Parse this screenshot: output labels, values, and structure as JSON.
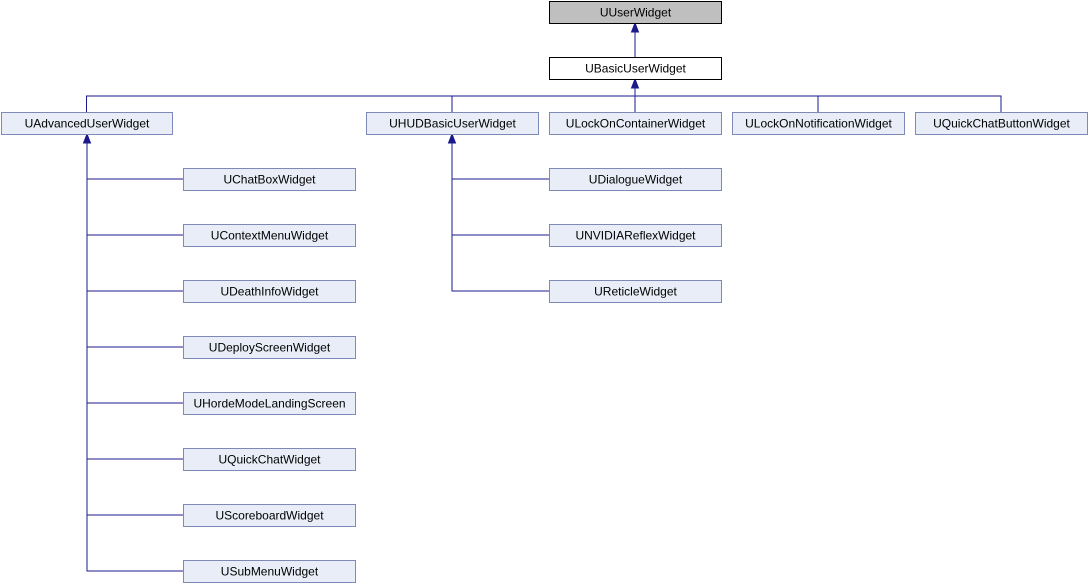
{
  "diagram": {
    "nodes": [
      {
        "id": "root",
        "label": "UUserWidget",
        "kind": "root"
      },
      {
        "id": "basic",
        "label": "UBasicUserWidget",
        "kind": "main"
      },
      {
        "id": "adv",
        "label": "UAdvancedUserWidget",
        "kind": "link"
      },
      {
        "id": "hud",
        "label": "UHUDBasicUserWidget",
        "kind": "link"
      },
      {
        "id": "lockc",
        "label": "ULockOnContainerWidget",
        "kind": "link"
      },
      {
        "id": "lockn",
        "label": "ULockOnNotificationWidget",
        "kind": "link"
      },
      {
        "id": "qcb",
        "label": "UQuickChatButtonWidget",
        "kind": "link"
      },
      {
        "id": "chat",
        "label": "UChatBoxWidget",
        "kind": "link"
      },
      {
        "id": "ctx",
        "label": "UContextMenuWidget",
        "kind": "link"
      },
      {
        "id": "death",
        "label": "UDeathInfoWidget",
        "kind": "link"
      },
      {
        "id": "deploy",
        "label": "UDeployScreenWidget",
        "kind": "link"
      },
      {
        "id": "horde",
        "label": "UHordeModeLandingScreen",
        "kind": "link"
      },
      {
        "id": "qchat",
        "label": "UQuickChatWidget",
        "kind": "link"
      },
      {
        "id": "score",
        "label": "UScoreboardWidget",
        "kind": "link"
      },
      {
        "id": "submenu",
        "label": "USubMenuWidget",
        "kind": "link"
      },
      {
        "id": "dialogue",
        "label": "UDialogueWidget",
        "kind": "link"
      },
      {
        "id": "nvidia",
        "label": "UNVIDIAReflexWidget",
        "kind": "link"
      },
      {
        "id": "reticle",
        "label": "UReticleWidget",
        "kind": "link"
      }
    ],
    "edges": [
      {
        "from": "basic",
        "to": "root"
      },
      {
        "from": "adv",
        "to": "basic"
      },
      {
        "from": "hud",
        "to": "basic"
      },
      {
        "from": "lockc",
        "to": "basic"
      },
      {
        "from": "lockn",
        "to": "basic"
      },
      {
        "from": "qcb",
        "to": "basic"
      },
      {
        "from": "chat",
        "to": "adv"
      },
      {
        "from": "ctx",
        "to": "adv"
      },
      {
        "from": "death",
        "to": "adv"
      },
      {
        "from": "deploy",
        "to": "adv"
      },
      {
        "from": "horde",
        "to": "adv"
      },
      {
        "from": "qchat",
        "to": "adv"
      },
      {
        "from": "score",
        "to": "adv"
      },
      {
        "from": "submenu",
        "to": "adv"
      },
      {
        "from": "dialogue",
        "to": "hud"
      },
      {
        "from": "nvidia",
        "to": "hud"
      },
      {
        "from": "reticle",
        "to": "hud"
      }
    ]
  }
}
